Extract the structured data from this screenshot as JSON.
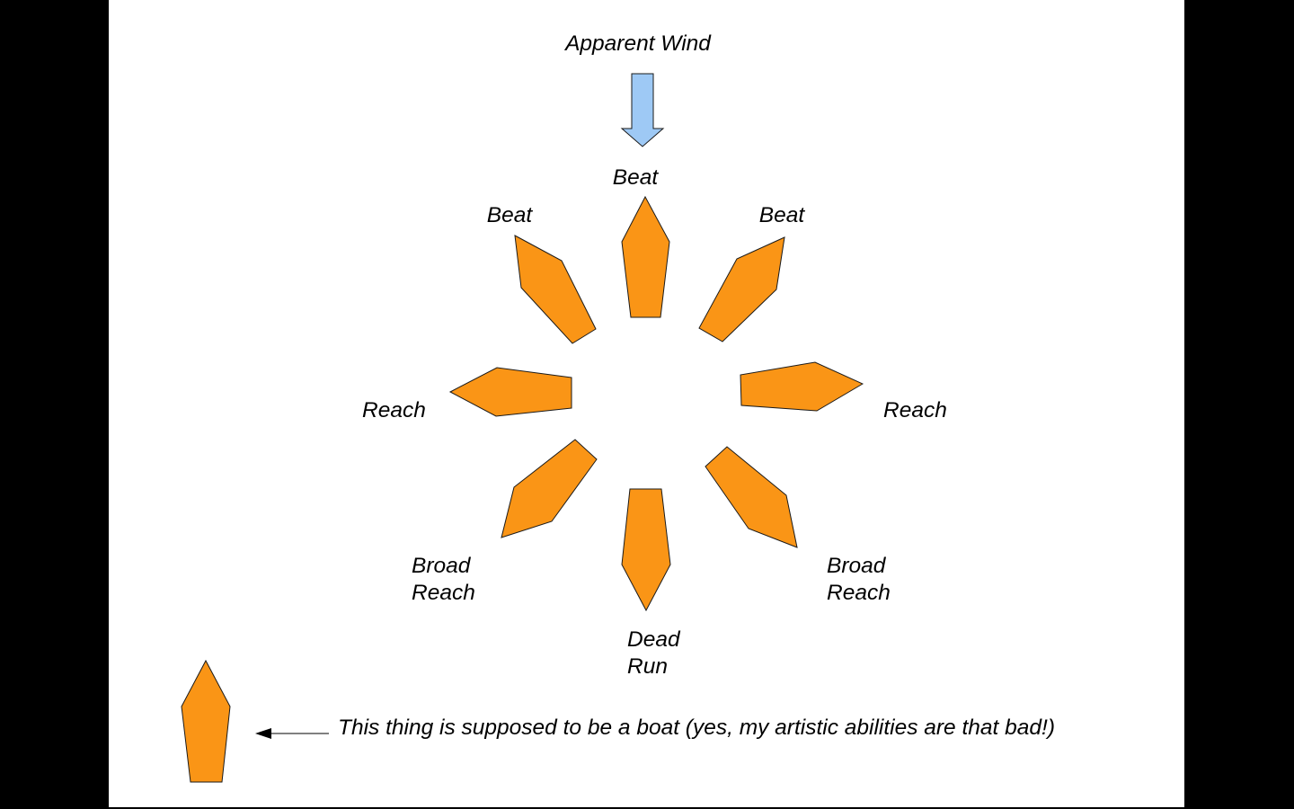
{
  "colors": {
    "background": "#000000",
    "slide": "#ffffff",
    "boat_fill": "#fa9516",
    "wind_arrow_fill": "#9ec9f5",
    "outline": "#1a1a1a"
  },
  "wind": {
    "label": "Apparent Wind"
  },
  "points_of_sail": {
    "top": {
      "label": "Beat"
    },
    "top_left": {
      "label": "Beat"
    },
    "top_right": {
      "label": "Beat"
    },
    "left": {
      "label": "Reach"
    },
    "right": {
      "label": "Reach"
    },
    "bottom_left": {
      "line1": "Broad",
      "line2": "Reach"
    },
    "bottom_right": {
      "line1": "Broad",
      "line2": "Reach"
    },
    "bottom": {
      "line1": "Dead",
      "line2": "Run"
    }
  },
  "legend": {
    "text": "This thing is supposed to be a boat (yes, my artistic abilities are that bad!)"
  }
}
